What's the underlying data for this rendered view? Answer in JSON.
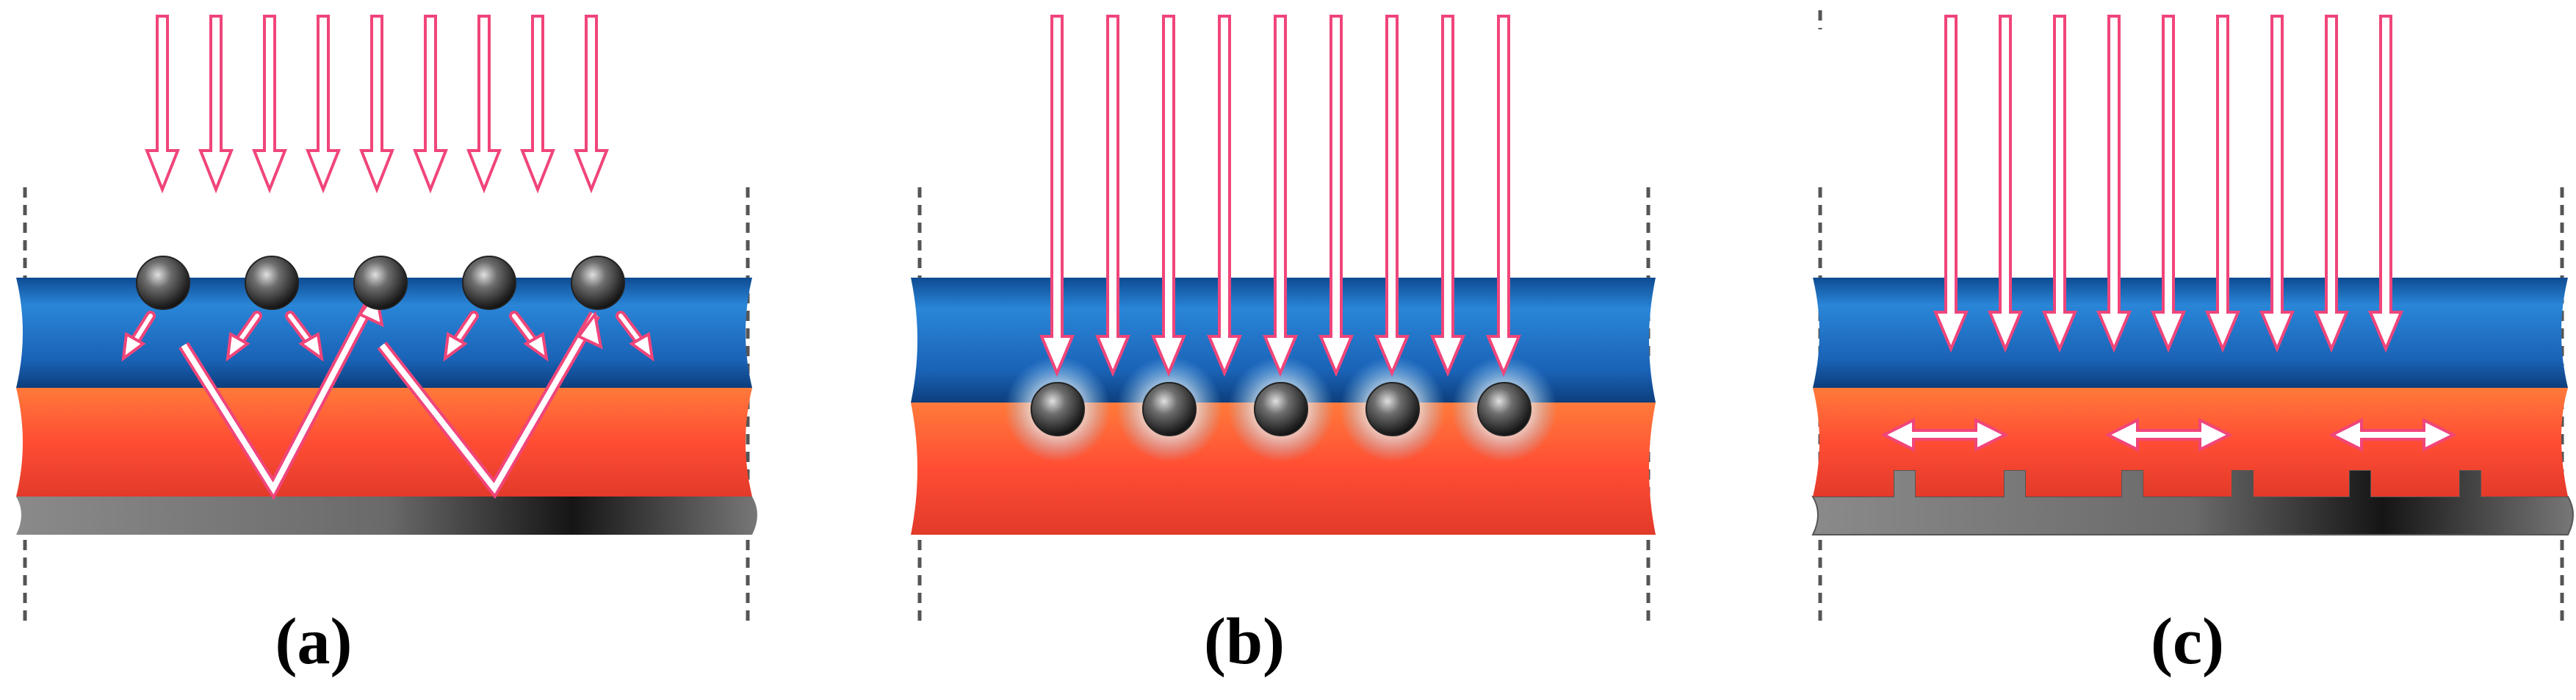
{
  "panels": [
    {
      "id": "a",
      "caption": "(a)"
    },
    {
      "id": "b",
      "caption": "(b)"
    },
    {
      "id": "c",
      "caption": "(c)"
    }
  ],
  "colors": {
    "arrow_stroke": "#f0457a",
    "blue_layer": "#1f6fc0",
    "blue_layer_dark": "#0f4f9a",
    "orange_layer": "#ff5a38",
    "substrate": "#7a7a7a"
  }
}
